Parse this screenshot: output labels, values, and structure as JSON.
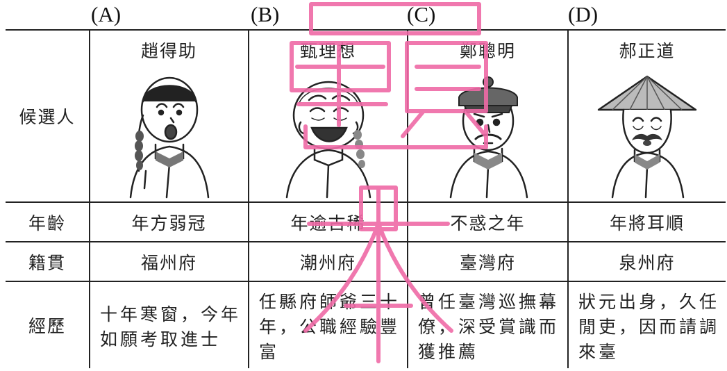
{
  "options": [
    "(A)",
    "(B)",
    "(C)",
    "(D)"
  ],
  "row_labels": {
    "candidate": "候選人",
    "age": "年齡",
    "origin": "籍貫",
    "career": "經歷"
  },
  "candidates": [
    {
      "name": "趙得助",
      "age": "年方弱冠",
      "origin": "福州府",
      "career": "十年寒窗，今年如願考取進士"
    },
    {
      "name": "甄理想",
      "age": "年逾古稀",
      "origin": "潮州府",
      "career": "任縣府師爺三十年，公職經驗豐富"
    },
    {
      "name": "鄭聰明",
      "age": "不惑之年",
      "origin": "臺灣府",
      "career": "曾任臺灣巡撫幕僚，深受賞識而獲推薦"
    },
    {
      "name": "郝正道",
      "age": "年將耳順",
      "origin": "泉州府",
      "career": "狀元出身，久任閒吏，因而請調來臺"
    }
  ],
  "watermark": {
    "color": "#ef6aa6",
    "glyphs": [
      "題",
      "本"
    ]
  },
  "portrait_icons": [
    "young-man-queue-icon",
    "old-man-laughing-icon",
    "official-hat-man-icon",
    "bamboo-hat-man-icon"
  ]
}
